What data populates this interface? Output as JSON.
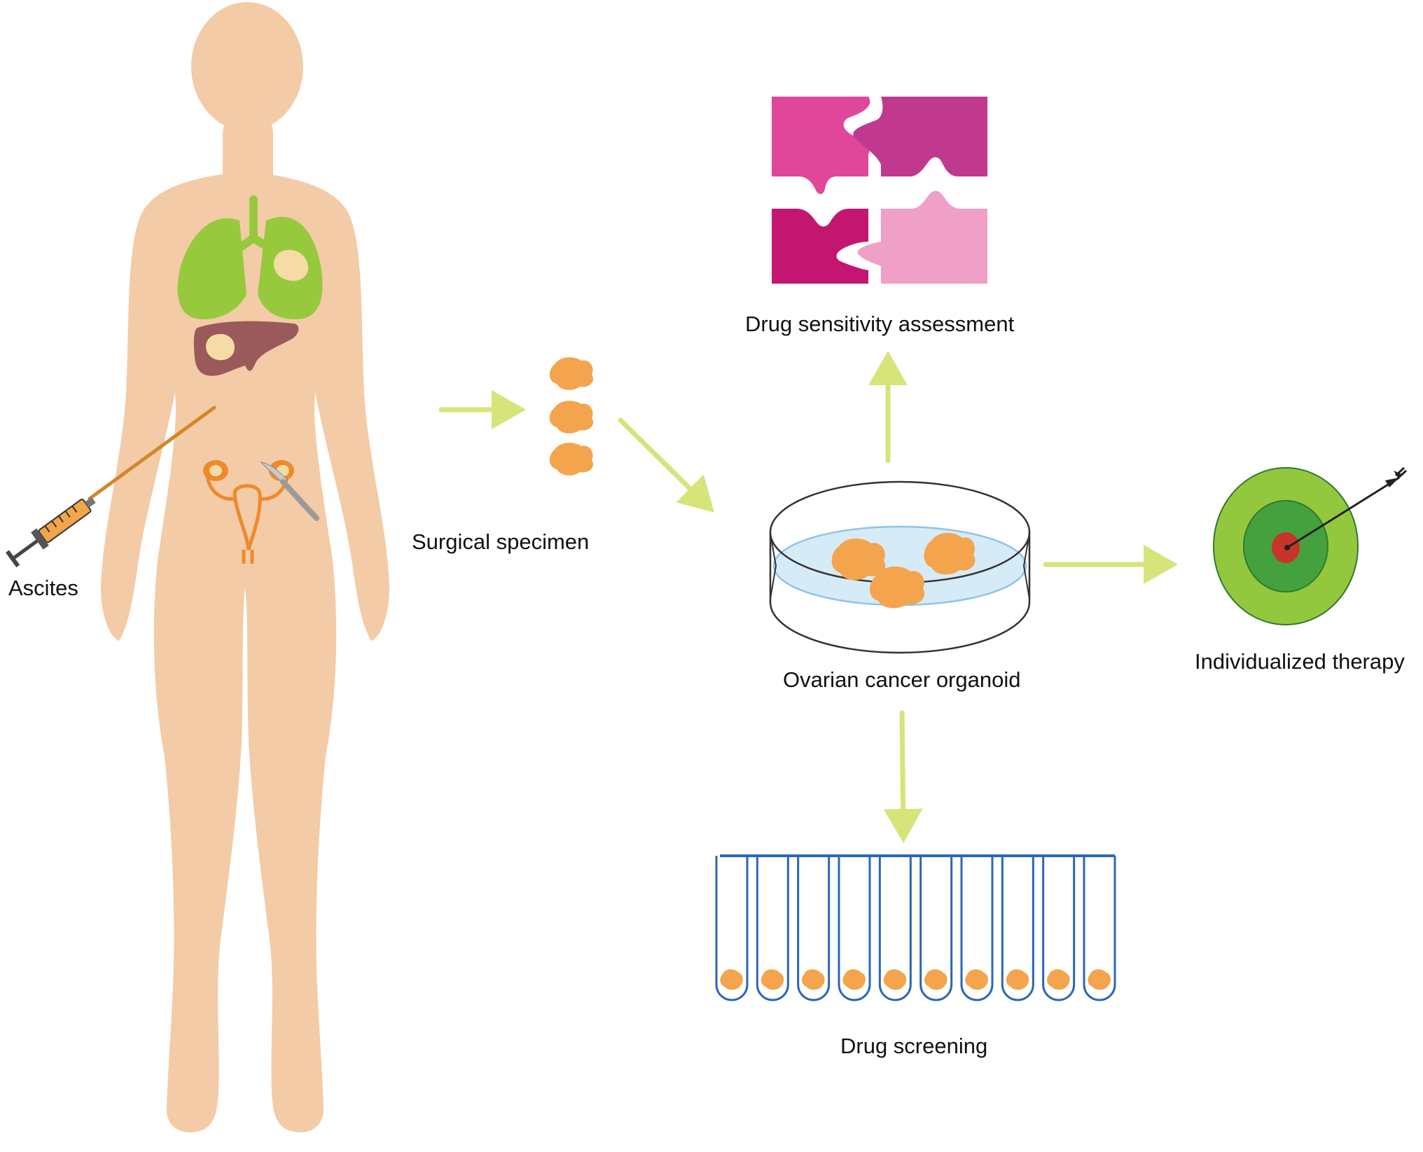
{
  "labels": {
    "ascites": "Ascites",
    "surgical_specimen": "Surgical specimen",
    "drug_sensitivity": "Drug sensitivity assessment",
    "organoid": "Ovarian cancer organoid",
    "individualized": "Individualized therapy",
    "drug_screening": "Drug screening"
  },
  "tube_count": 10,
  "colors": {
    "skin": "#f3cba7",
    "lungs": "#97c93d",
    "liver": "#9a5a5c",
    "tumor": "#f6dca4",
    "organ_orange": "#ee8a2c",
    "organoid": "#f4a44c",
    "arrow": "#d7e47a",
    "puzzle_pink": "#e0479a",
    "puzzle_magenta": "#c0398f",
    "puzzle_crimson": "#c41670",
    "puzzle_light": "#f0a0c6",
    "target_outer": "#93c83e",
    "target_mid": "#45a13d",
    "target_center": "#c9342a",
    "tube_blue": "#2b67b5",
    "dish_fill": "#d6ebf8"
  }
}
